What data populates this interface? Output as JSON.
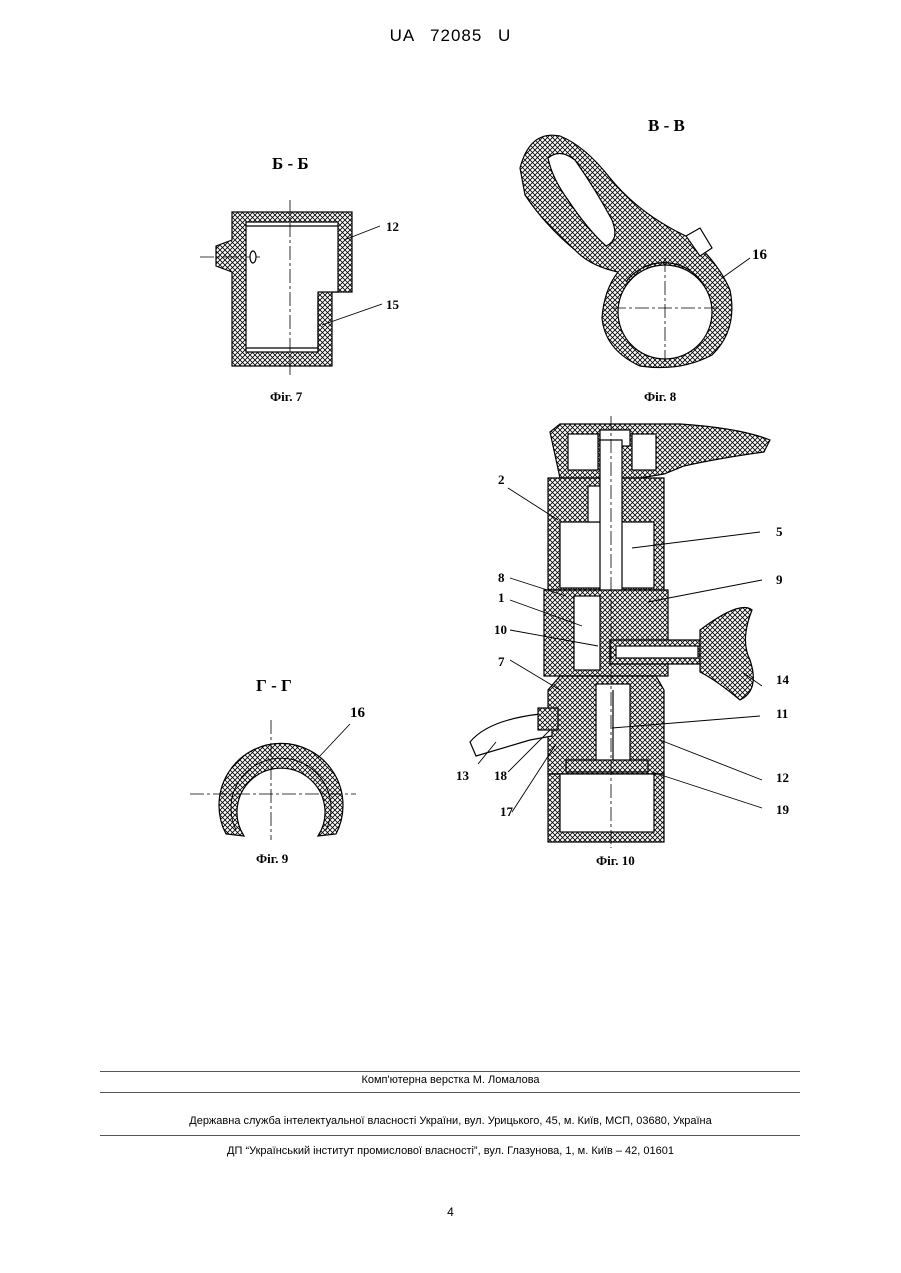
{
  "header": {
    "doc_id": "UA   72085   U"
  },
  "figures": {
    "fig7": {
      "section": "Б - Б",
      "caption": "Фіг. 7",
      "labels": [
        "12",
        "15"
      ]
    },
    "fig8": {
      "section": "В - В",
      "caption": "Фіг. 8",
      "labels": [
        "16"
      ]
    },
    "fig9": {
      "section": "Г - Г",
      "caption": "Фіг. 9",
      "labels": [
        "16"
      ]
    },
    "fig10": {
      "caption": "Фіг. 10",
      "labels": [
        "2",
        "5",
        "8",
        "9",
        "1",
        "10",
        "7",
        "14",
        "11",
        "13",
        "18",
        "12",
        "17",
        "19"
      ]
    }
  },
  "footer": {
    "layout": "Комп'ютерна верстка М. Ломалова",
    "office": "Державна служба інтелектуальної власності України, вул. Урицького, 45, м. Київ, МСП, 03680, Україна",
    "institute": "ДП “Український інститут промислової власності”, вул. Глазунова, 1, м. Київ – 42, 01601"
  },
  "page_number": "4"
}
